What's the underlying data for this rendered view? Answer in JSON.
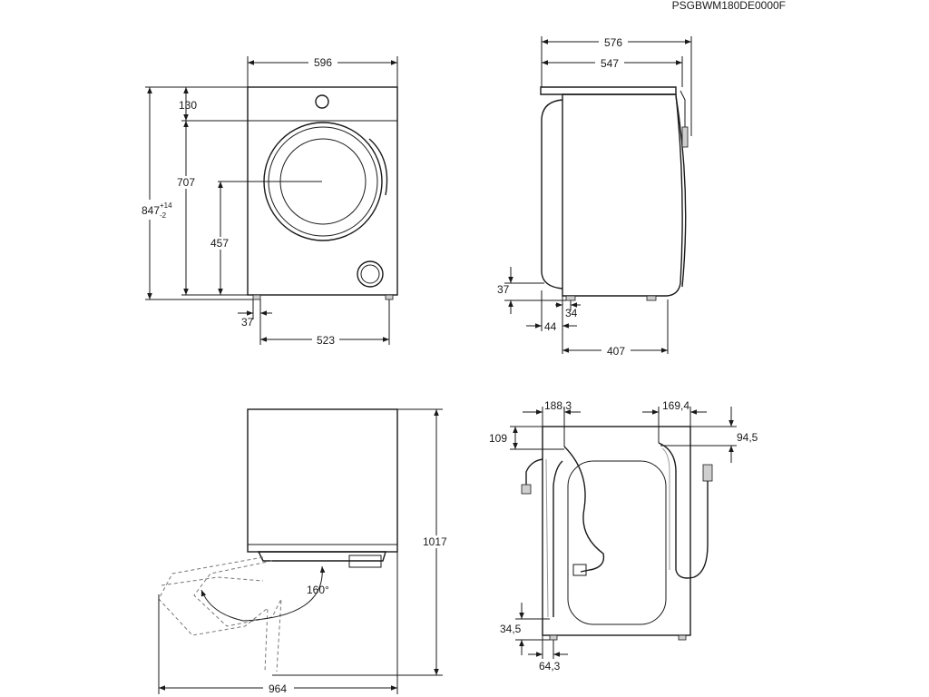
{
  "model_code": "PSGBWM180DE0000F",
  "front_view": {
    "width": "596",
    "top_panel": "130",
    "door_center_height": "707",
    "drain_height": "457",
    "total_height": "847",
    "total_height_tol_plus": "+14",
    "total_height_tol_minus": "-2",
    "foot_height": "37",
    "foot_spacing": "523"
  },
  "side_view": {
    "depth_total": "576",
    "depth_body": "547",
    "foot_height": "37",
    "foot_offset": "34",
    "rear_offset": "44",
    "foot_depth": "407"
  },
  "door_view": {
    "total_depth_open": "964",
    "height_to_door": "1017",
    "door_angle": "160°"
  },
  "rear_view": {
    "inlet_offset_left": "188,3",
    "inlet_offset_right": "169,4",
    "top_drop_left": "109",
    "top_drop_right": "94,5",
    "bottom_rise": "34,5",
    "bottom_offset": "64,3"
  }
}
